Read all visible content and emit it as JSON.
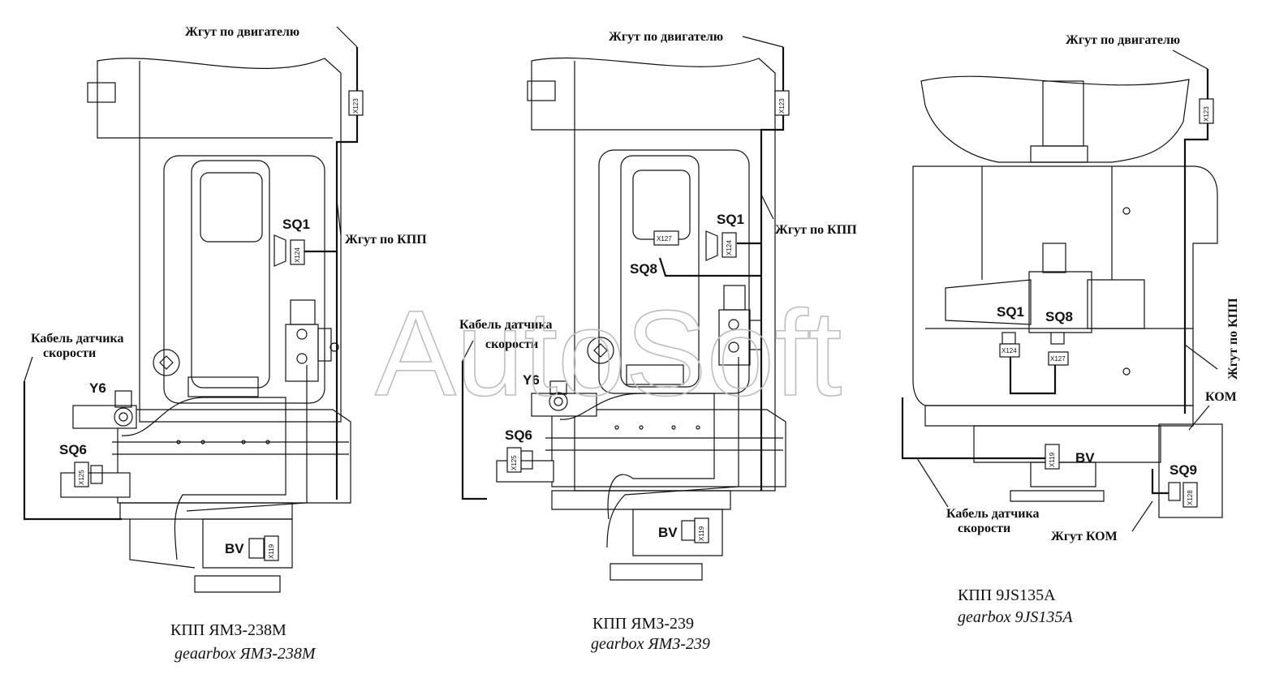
{
  "watermark": "AutoSoft",
  "diagrams": [
    {
      "caption_ru": "КПП ЯМЗ-238М",
      "caption_en": "geaarbox ЯМЗ-238М",
      "labels": {
        "engine_harness": "Жгут по двигателю",
        "gearbox_harness": "Жгут по КПП",
        "speed_cable_1": "Кабель датчика",
        "speed_cable_2": "скорости"
      },
      "tags": [
        "SQ1",
        "Y6",
        "SQ6",
        "BV"
      ],
      "connectors": [
        "X123",
        "X124",
        "X125",
        "X119"
      ]
    },
    {
      "caption_ru": "КПП ЯМЗ-239",
      "caption_en": "gearbox ЯМЗ-239",
      "labels": {
        "engine_harness": "Жгут по двигателю",
        "gearbox_harness": "Жгут по КПП",
        "speed_cable_1": "Кабель датчика",
        "speed_cable_2": "скорости"
      },
      "tags": [
        "SQ1",
        "SQ8",
        "Y6",
        "SQ6",
        "BV"
      ],
      "connectors": [
        "X123",
        "X127",
        "X124",
        "X125",
        "X119"
      ]
    },
    {
      "caption_ru": "КПП  9JS135A",
      "caption_en": "gearbox 9JS135A",
      "labels": {
        "engine_harness": "Жгут по двигателю",
        "gearbox_harness": "Жгут по КПП",
        "speed_cable_1": "Кабель датчика",
        "speed_cable_2": "скорости",
        "pto": "КОМ",
        "pto_harness": "Жгут КОМ"
      },
      "tags": [
        "SQ1",
        "SQ8",
        "BV",
        "SQ9"
      ],
      "connectors": [
        "X123",
        "X124",
        "X127",
        "X119",
        "X128"
      ]
    }
  ]
}
